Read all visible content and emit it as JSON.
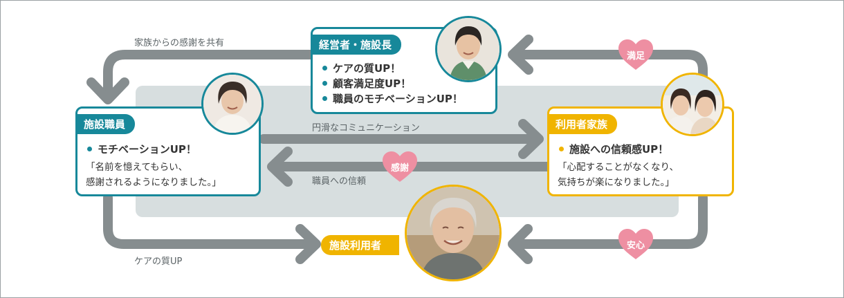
{
  "flow_labels": {
    "family_thanks_shared": "家族からの感謝を共有",
    "smooth_communication": "円滑なコミュニケーション",
    "thanks_to_staff": "職員への信頼",
    "care_quality_up": "ケアの質UP"
  },
  "hearts": {
    "satisfaction": "満足",
    "gratitude": "感謝",
    "relief": "安心"
  },
  "manager": {
    "title": "経営者・施設長",
    "points": [
      "ケアの質UP！",
      "顧客満足度UP！",
      "職員のモチベーションUP！"
    ]
  },
  "staff": {
    "title": "施設職員",
    "point": "モチベーションUP！",
    "quote_line1": "「名前を憶えてもらい、",
    "quote_line2": "感謝されるようになりました。」"
  },
  "family": {
    "title": "利用者家族",
    "point": "施設への信頼感UP！",
    "quote_line1": "「心配することがなくなり、",
    "quote_line2": "気持ちが楽になりました。」"
  },
  "resident": {
    "title": "施設利用者"
  },
  "colors": {
    "teal": "#17889a",
    "gold": "#f0b400",
    "arrow_gray": "#868d8f",
    "panel_gray": "#d7dedf",
    "heart_pink": "#ee8fa2"
  }
}
